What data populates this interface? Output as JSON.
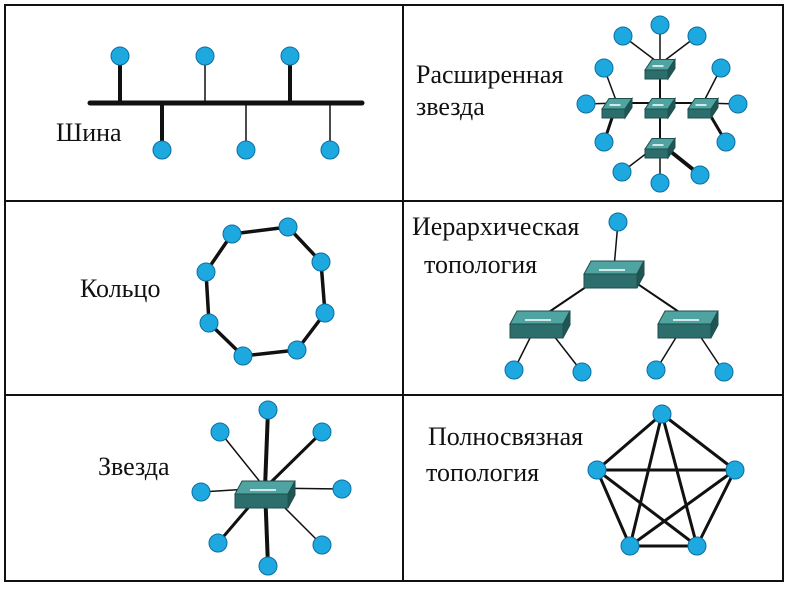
{
  "topologies": {
    "bus": {
      "label": "Шина"
    },
    "extended_star": {
      "label_line1": "Расширенная",
      "label_line2": "звезда"
    },
    "ring": {
      "label": "Кольцо"
    },
    "hierarchical": {
      "label_line1": "Иерархическая",
      "label_line2": "топология"
    },
    "star": {
      "label": "Звезда"
    },
    "mesh": {
      "label_line1": "Полносвязная",
      "label_line2": "топология"
    }
  },
  "colors": {
    "node": "#1ea8e0",
    "node_edge": "#0b6fa0",
    "hub_top": "#4fa3a0",
    "hub_side": "#2c6e6b",
    "line": "#111111"
  }
}
